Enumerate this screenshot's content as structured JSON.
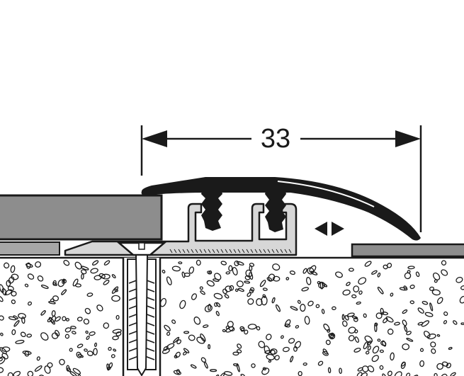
{
  "dimension": {
    "value": "33"
  },
  "colors": {
    "line": "#1a1a1a",
    "floor_panel": "#8d8d8d",
    "thin_panel": "#a7a7a7",
    "metal_light": "#d7d7d7",
    "concrete": "#ffffff"
  },
  "icons": {
    "adjust_arrows": "double-triangle-arrows",
    "screw": "countersunk-screw",
    "dowel": "wall-plug"
  }
}
